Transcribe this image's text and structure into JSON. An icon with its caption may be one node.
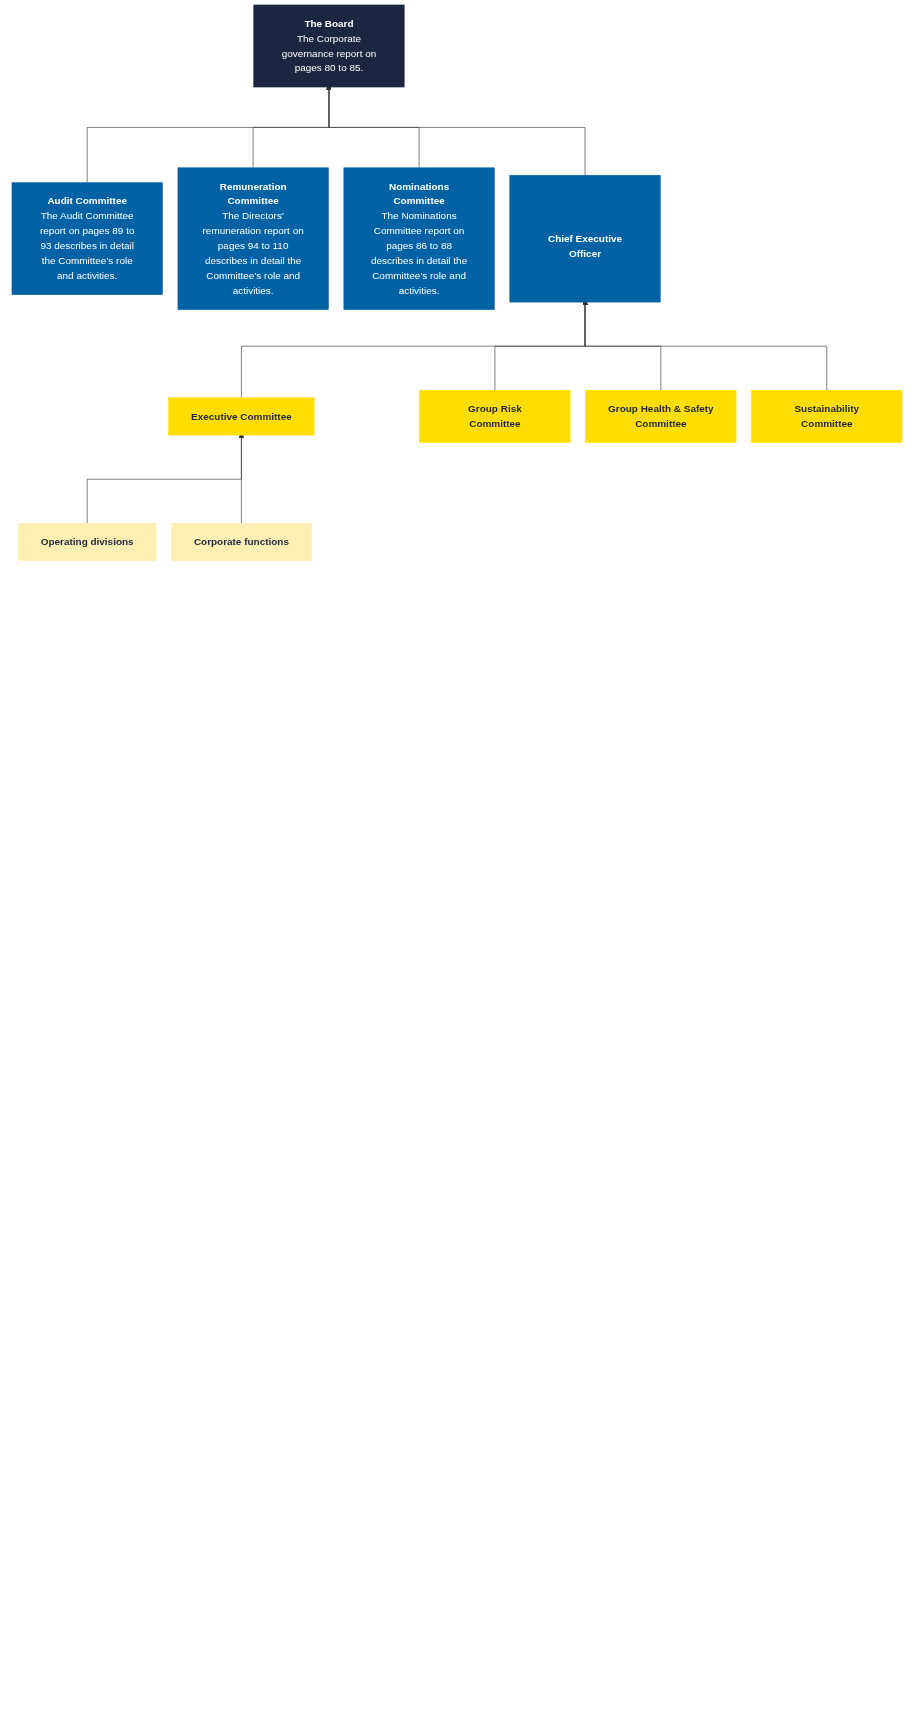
{
  "diagram": {
    "nodes": [
      {
        "text": [
          "The Board",
          "The Corporate governance report on pages 80 to 85."
        ]
      },
      {
        "text": [
          "Audit Committee",
          "The Audit Committee report on pages 89 to 93 describes in detail the Committee’s role and activities."
        ]
      },
      {
        "text": [
          "Remuneration Committee",
          "The Directors’ remuneration report on pages 94 to 110 describes in detail the Committee’s role and activities."
        ]
      },
      {
        "text": [
          "Nominations Committee",
          "The Nominations Committee report on pages 86 to 88 describes in detail the Committee’s role and activities."
        ]
      },
      {
        "text": [
          "Chief Executive Officer"
        ]
      },
      {
        "text": [
          "Executive Committee"
        ]
      },
      {
        "text": [
          "Group Risk Committee"
        ]
      },
      {
        "text": [
          "Group Health & Safety Committee"
        ]
      },
      {
        "text": [
          "Sustainability Committee"
        ]
      },
      {
        "text": [
          "Operating divisions"
        ]
      },
      {
        "text": [
          "Corporate functions"
        ]
      }
    ],
    "edges": [
      {
        "from": 1,
        "to": 0,
        "arrow": "to"
      },
      {
        "from": 2,
        "to": 0,
        "arrow": "to"
      },
      {
        "from": 3,
        "to": 0,
        "arrow": "to"
      },
      {
        "from": 4,
        "to": 0,
        "arrow": "to"
      },
      {
        "from": 5,
        "to": 4,
        "arrow": "to"
      },
      {
        "from": 6,
        "to": 4,
        "arrow": "to"
      },
      {
        "from": 7,
        "to": 4,
        "arrow": "to"
      },
      {
        "from": 8,
        "to": 4,
        "arrow": "to"
      },
      {
        "from": 9,
        "to": 5,
        "arrow": "to"
      },
      {
        "from": 10,
        "to": 5,
        "arrow": "to"
      }
    ]
  }
}
